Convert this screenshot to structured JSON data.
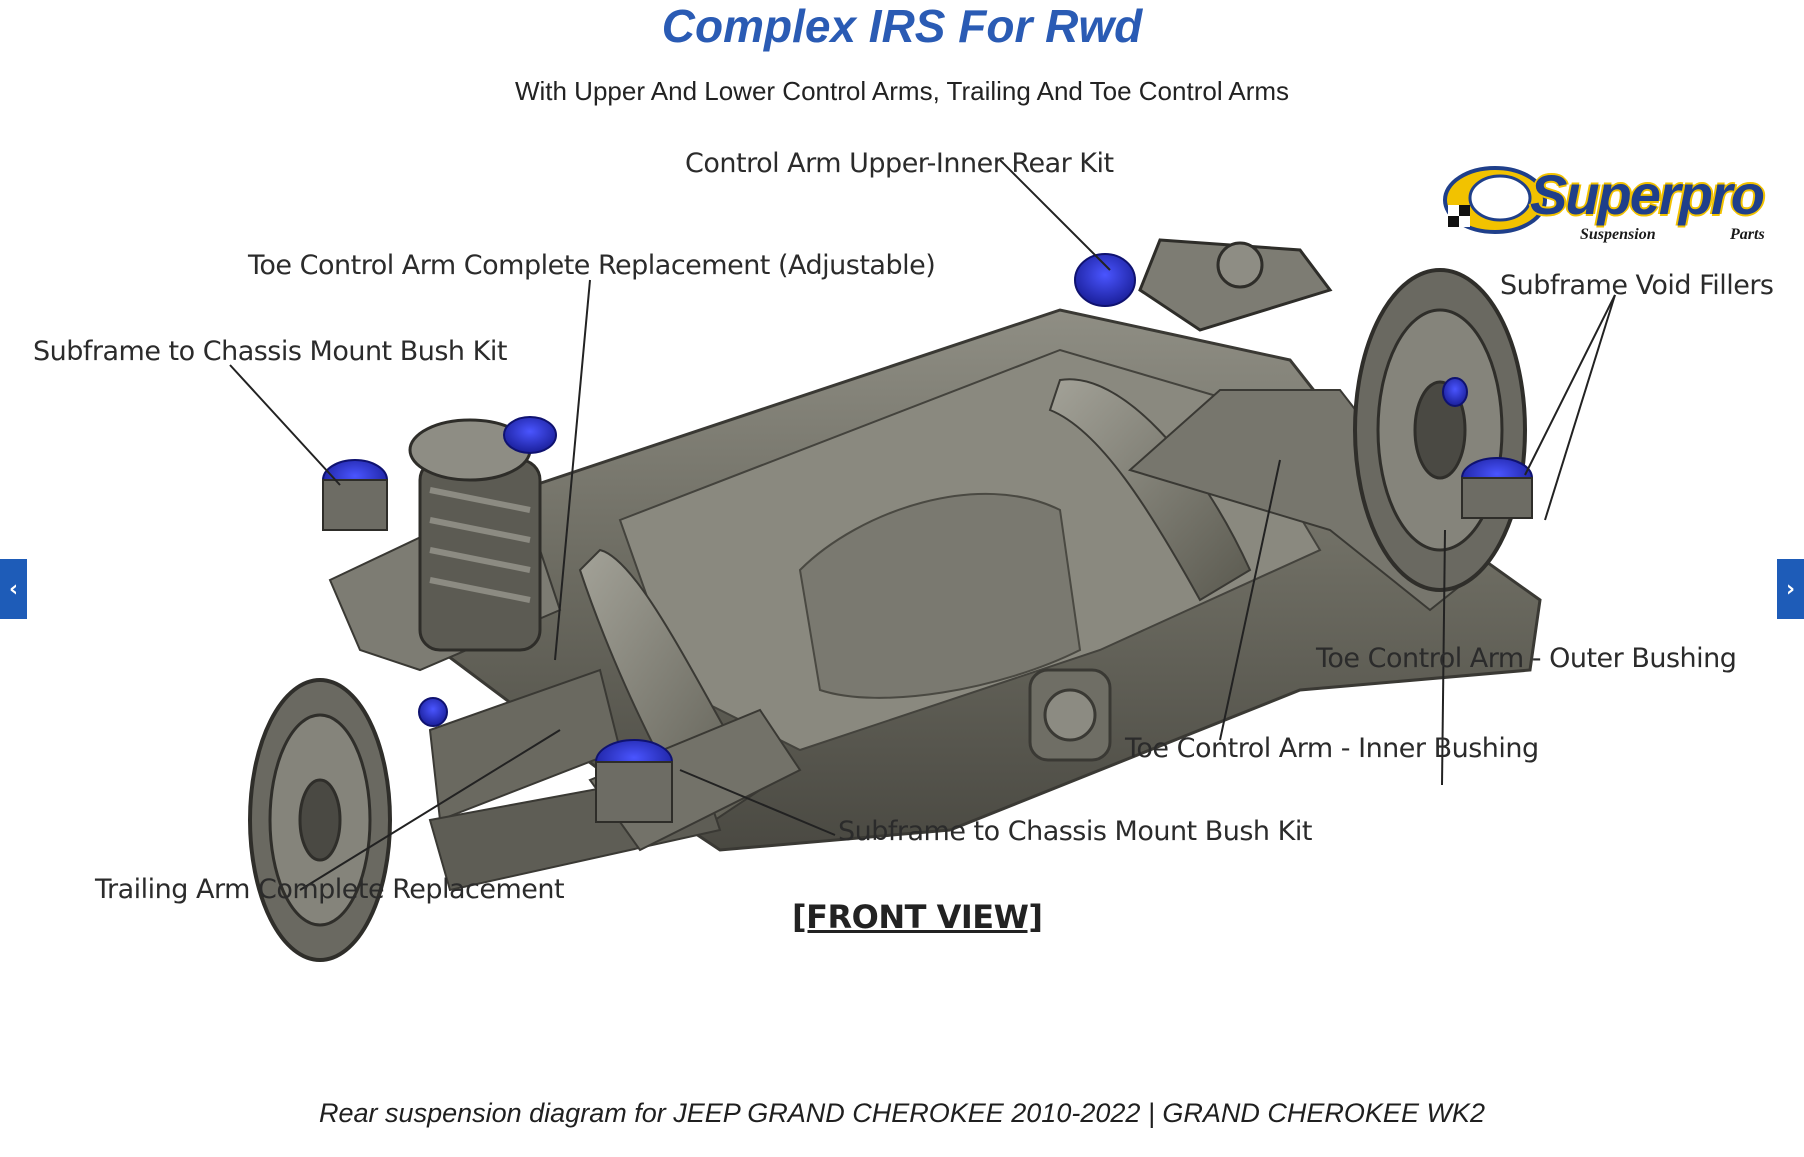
{
  "header": {
    "title": "Complex IRS For Rwd",
    "subtitle": "With Upper And Lower Control Arms, Trailing And Toe Control Arms"
  },
  "diagram": {
    "labels": {
      "control_arm_upper_inner_rear": "Control Arm Upper-Inner Rear Kit",
      "toe_control_arm_complete": "Toe Control Arm Complete Replacement (Adjustable)",
      "subframe_mount_left": "Subframe to Chassis Mount Bush Kit",
      "subframe_void_fillers": "Subframe Void Fillers",
      "toe_outer_bushing": "Toe Control Arm - Outer Bushing",
      "toe_inner_bushing": "Toe Control Arm - Inner Bushing",
      "subframe_mount_bottom": "Subframe to Chassis Mount Bush Kit",
      "trailing_arm_complete": "Trailing Arm Complete Replacement",
      "front_view": "[FRONT VIEW]"
    },
    "logo": {
      "brand": "Superpro",
      "sub_left": "Suspension",
      "sub_right": "Parts"
    },
    "colors": {
      "bushing": "#2a2fc2",
      "metal": "#6b6a60",
      "title": "#2a5bb4",
      "nav": "#1e5cb8"
    }
  },
  "nav": {
    "prev_icon": "chevron-left-icon",
    "prev_glyph": "‹",
    "next_icon": "chevron-right-icon",
    "next_glyph": "›"
  },
  "caption": "Rear suspension diagram for JEEP GRAND CHEROKEE 2010-2022 | GRAND CHEROKEE WK2"
}
